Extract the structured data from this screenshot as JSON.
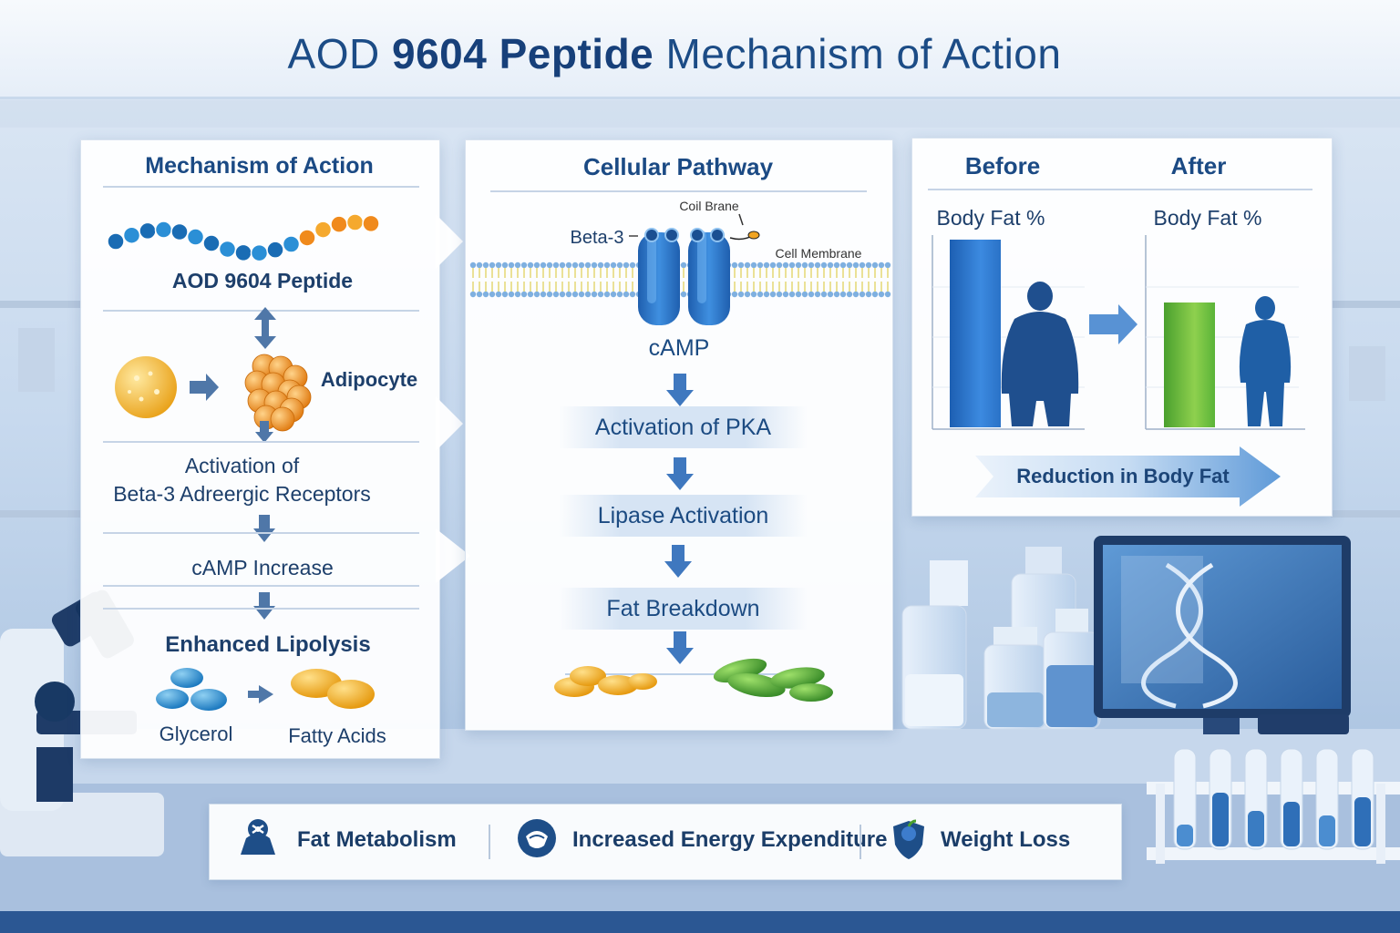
{
  "title": {
    "prefix": "AOD",
    "bold": "9604 Peptide",
    "suffix": "Mechanism of Action"
  },
  "left_panel": {
    "title": "Mechanism of Action",
    "peptide_label": "AOD 9604 Peptide",
    "adipocyte_label": "Adipocyte",
    "beta3_line1": "Activation of",
    "beta3_line2": "Beta-3 Adreergic Receptors",
    "camp_increase": "cAMP Increase",
    "lipolysis": "Enhanced Lipolysis",
    "glycerol": "Glycerol",
    "fatty_acids": "Fatty Acids"
  },
  "mid_panel": {
    "title": "Cellular Pathway",
    "coil_label": "Coil  Brane",
    "beta3_label": "Beta-3",
    "membrane_label": "Cell Membrane",
    "camp": "cAMP",
    "steps": [
      "Activation of PKA",
      "Lipase Activation",
      "Fat Breakdown"
    ]
  },
  "right_panel": {
    "before": "Before",
    "after": "After",
    "body_fat_before": "Body Fat %",
    "body_fat_after": "Body Fat %",
    "reduction": "Reduction in Body Fat"
  },
  "bottom_bar": {
    "items": [
      {
        "label": "Fat Metabolism",
        "icon": "fat-metabolism-icon"
      },
      {
        "label": "Increased Energy Expenditure",
        "icon": "energy-icon"
      },
      {
        "label": "Weight Loss",
        "icon": "apple-shield-icon"
      }
    ]
  },
  "colors": {
    "primary": "#1c4c86",
    "membrane_blue": "#2a74c4",
    "fat_orange": "#f0a422",
    "green": "#5aae3a"
  }
}
